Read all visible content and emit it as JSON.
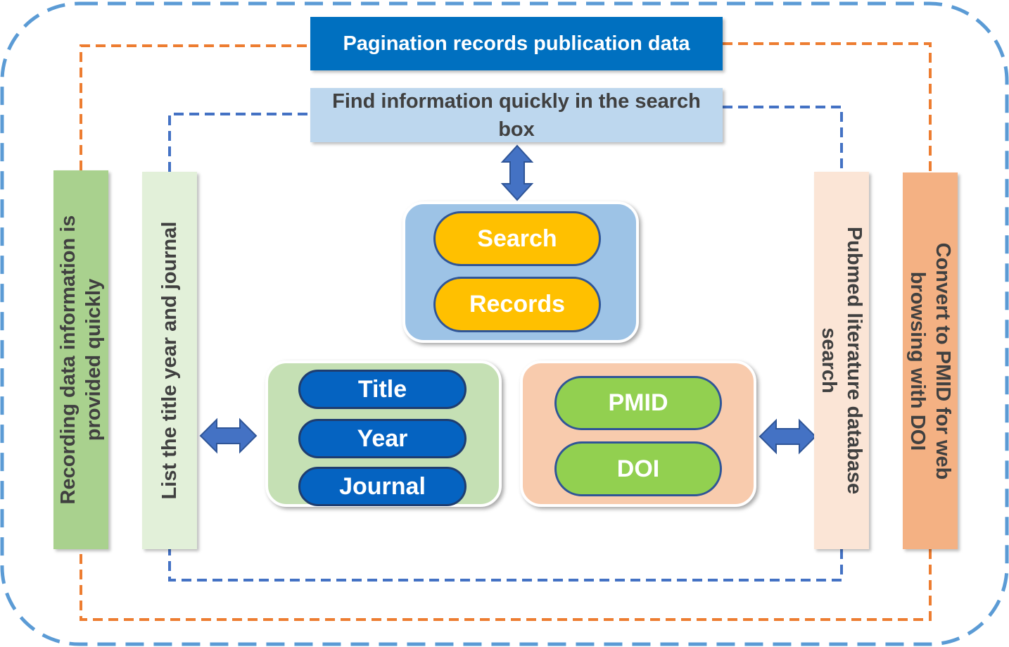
{
  "header": {
    "top_title": "Pagination records publication data",
    "search_box_label": "Find information quickly in the search box"
  },
  "left_panels": {
    "outer": "Recording data information is provided quickly",
    "inner": "List the title year and journal"
  },
  "right_panels": {
    "inner": "Pubmed literature database search",
    "outer": "Convert to PMID for web browsing with DOI"
  },
  "center_group": {
    "items": [
      "Search",
      "Records"
    ]
  },
  "fields_group": {
    "items": [
      "Title",
      "Year",
      "Journal"
    ]
  },
  "ids_group": {
    "items": [
      "PMID",
      "DOI"
    ]
  },
  "colors": {
    "outer_border": "#5b9bd5",
    "orange_dash": "#ed7d31",
    "blue_dash": "#4472c4",
    "arrow": "#4472c4",
    "top_title_bg": "#0070c0",
    "search_box_bg": "#bdd7ee",
    "left_outer_bg": "#a9d18e",
    "left_inner_bg": "#e2f0d9",
    "right_inner_bg": "#fbe5d6",
    "right_outer_bg": "#f4b183",
    "center_group_bg": "#9dc3e6",
    "fields_group_bg": "#c5e0b4",
    "ids_group_bg": "#f8cbad",
    "pill_yellow": "#ffc000",
    "pill_blue": "#0563c1",
    "pill_green": "#92d050"
  }
}
